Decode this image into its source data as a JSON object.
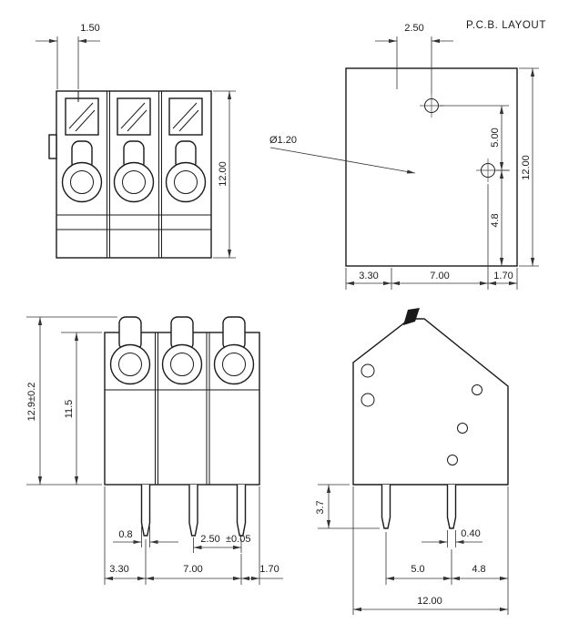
{
  "colors": {
    "ink": "#1a1a1a",
    "background": "#ffffff"
  },
  "drawing": {
    "title": "P.C.B. LAYOUT",
    "front_view": {
      "slot_width": "1.50",
      "height": "12.00"
    },
    "pcb_view": {
      "hole_offset": "2.50",
      "hole_diameter": "Ø1.20",
      "hole_spacing": "5.00",
      "height": "12.00",
      "hole_to_bottom": "4.8",
      "margin_left": "3.30",
      "span": "7.00",
      "margin_right": "1.70"
    },
    "front_pin_view": {
      "overall_height": "12.9±0.2",
      "body_height": "11.5",
      "pin_width": "0.8",
      "pin_pitch": "2.50",
      "pitch_tolerance": "±0.05",
      "margin_left": "3.30",
      "span": "7.00",
      "margin_right": "1.70"
    },
    "side_view": {
      "pin_length": "3.7",
      "pin_thickness": "0.40",
      "pin_gap": "5.0",
      "edge_gap": "4.8",
      "depth": "12.00"
    }
  }
}
